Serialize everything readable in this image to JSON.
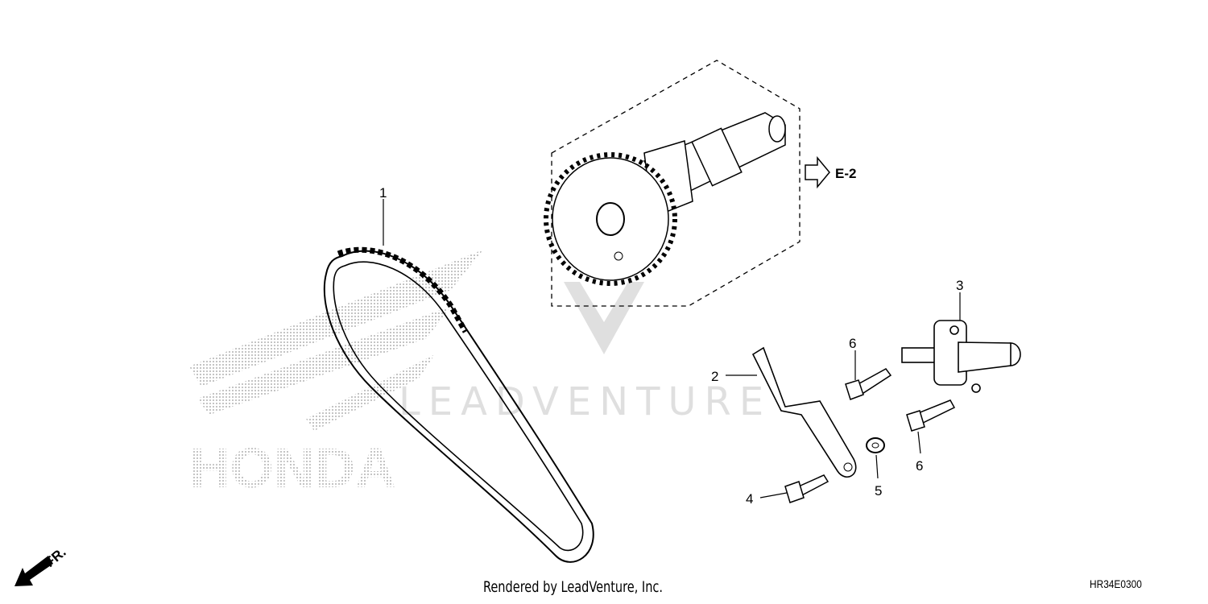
{
  "diagram": {
    "callouts": [
      "1",
      "2",
      "3",
      "4",
      "5",
      "6",
      "6"
    ],
    "reference_label": "E-2",
    "direction_label": "FR.",
    "watermarks": {
      "brand": "HONDA",
      "renderer": "LEADVENTURE"
    },
    "footer": "Rendered by LeadVenture, Inc.",
    "diagram_code": "HR34E0300"
  }
}
